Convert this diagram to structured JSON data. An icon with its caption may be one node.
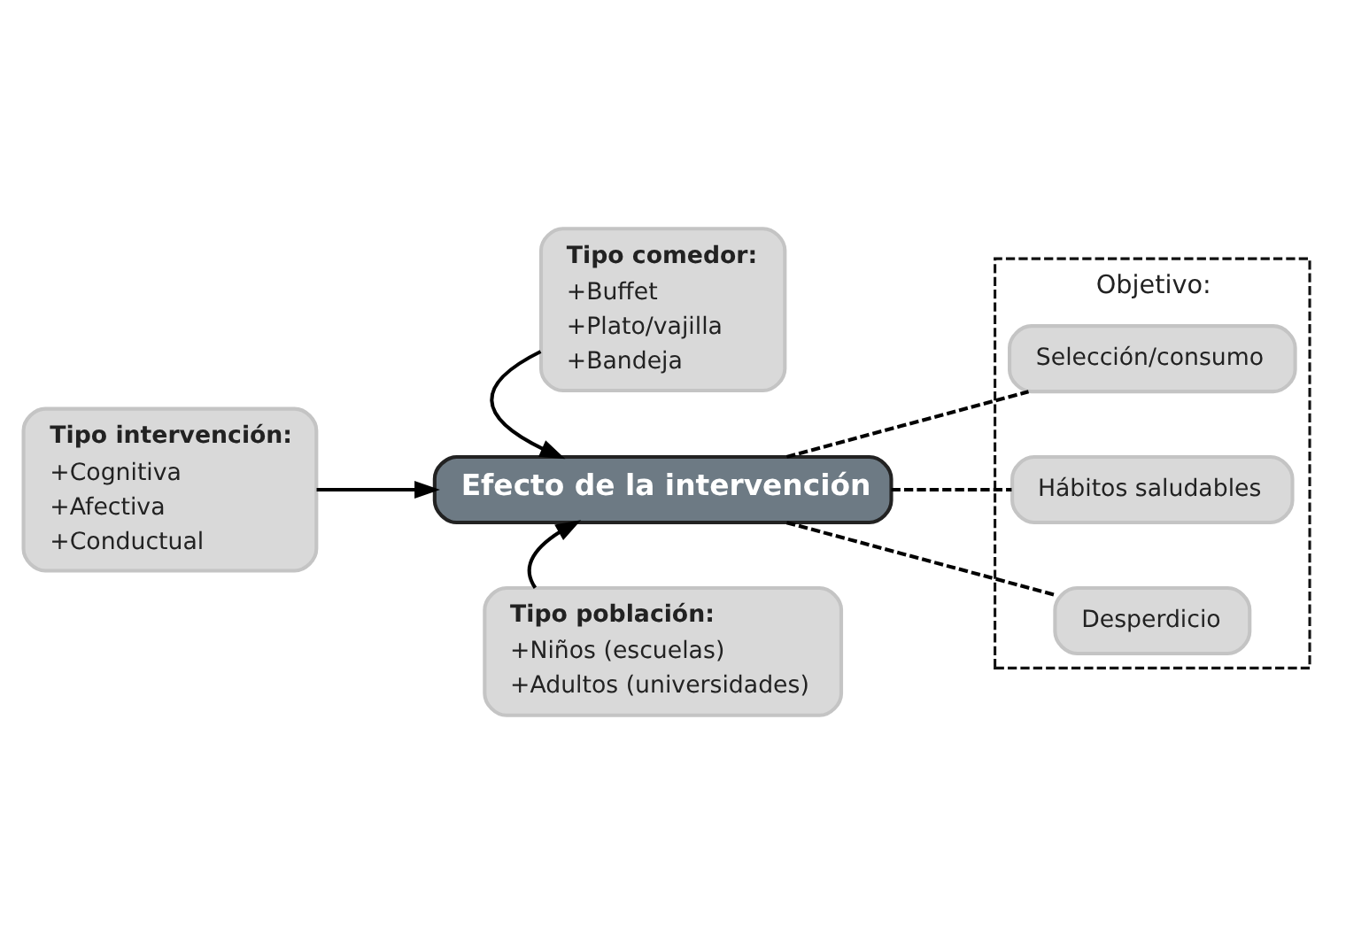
{
  "diagram": {
    "nodes": [
      {
        "text": [
          "Tipo comedor:",
          "+Buffet",
          "+Plato/vajilla",
          "+Bandeja"
        ]
      },
      {
        "text": [
          "Tipo intervención:",
          "+Cognitiva",
          "+Afectiva",
          "+Conductual"
        ]
      },
      {
        "text": [
          "Efecto de la intervención"
        ]
      },
      {
        "text": [
          "Objetivo:"
        ]
      },
      {
        "text": [
          "Selección/consumo"
        ],
        "in": 3
      },
      {
        "text": [
          "Hábitos saludables"
        ],
        "in": 3
      },
      {
        "text": [
          "Desperdicio"
        ],
        "in": 3
      },
      {
        "text": [
          "Tipo población:",
          "+Niños (escuelas)",
          "+Adultos (universidades)"
        ]
      }
    ],
    "edges": [
      {
        "from": 0,
        "to": 2,
        "arrow": "to"
      },
      {
        "from": 1,
        "to": 2,
        "arrow": "to"
      },
      {
        "from": 7,
        "to": 2,
        "arrow": "to"
      },
      {
        "from": 2,
        "to": 4,
        "arrow": "none",
        "style": "dashed"
      },
      {
        "from": 2,
        "to": 5,
        "arrow": "none",
        "style": "dashed"
      },
      {
        "from": 2,
        "to": 6,
        "arrow": "none",
        "style": "dashed"
      }
    ]
  }
}
